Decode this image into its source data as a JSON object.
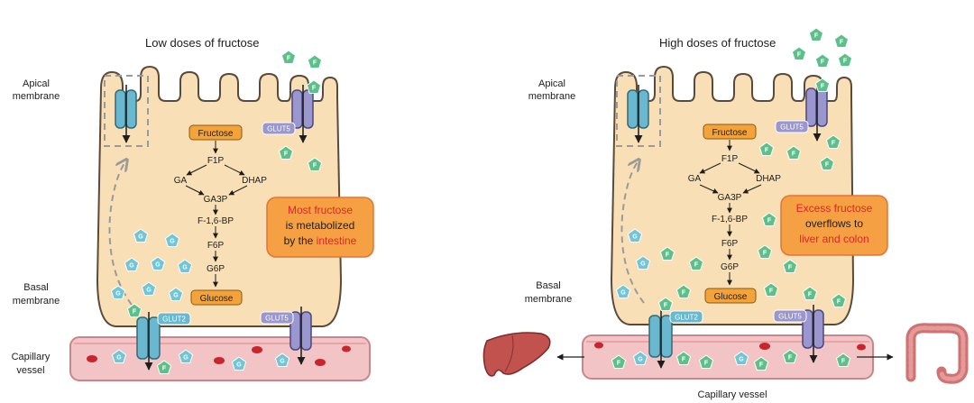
{
  "colors": {
    "cell_fill": "#f9dfb6",
    "cell_stroke": "#5a4a3a",
    "vessel_fill": "#f2c4c5",
    "vessel_stroke": "#c9868a",
    "fructose_mol": "#5cc08a",
    "glucose_mol": "#6fc6d8",
    "glut2": "#6ab8cf",
    "glut5": "#9a97cf",
    "label_box": "#f3a33a",
    "callout_fill": "#f4a043",
    "callout_stroke": "#e3733b",
    "highlight_red": "#e3242b",
    "rbc": "#c8252c"
  },
  "icons": {
    "fructose_molecule": "pentagon-F",
    "glucose_molecule": "pentagon-G",
    "liver": "liver-organ-icon",
    "colon": "colon-organ-icon",
    "red_blood_cell": "rbc-icon"
  },
  "left_panel": {
    "title": "Low doses of fructose",
    "apical_label": [
      "Apical",
      "membrane"
    ],
    "basal_label": [
      "Basal",
      "membrane"
    ],
    "capillary_label": [
      "Capillary",
      "vessel"
    ],
    "glut5_apical": "GLUT5",
    "glut2_basal": "GLUT2",
    "glut5_basal": "GLUT5",
    "fructose_box": "Fructose",
    "glucose_box": "Glucose",
    "pathway": {
      "f1p": "F1P",
      "ga": "GA",
      "dhap": "DHAP",
      "ga3p": "GA3P",
      "f16bp": "F-1,6-BP",
      "f6p": "F6P",
      "g6p": "G6P"
    },
    "callout": {
      "line1": "Most fructose",
      "line2": "is metabolized",
      "line3_pre": "by the ",
      "line3_hl": "intestine"
    },
    "mol_f": "F",
    "mol_g": "G"
  },
  "right_panel": {
    "title": "High doses of fructose",
    "apical_label": [
      "Apical",
      "membrane"
    ],
    "basal_label": [
      "Basal",
      "membrane"
    ],
    "capillary_label": "Capillary   vessel",
    "glut5_apical": "GLUT5",
    "glut2_basal": "GLUT2",
    "glut5_basal": "GLUT5",
    "fructose_box": "Fructose",
    "glucose_box": "Glucose",
    "pathway": {
      "f1p": "F1P",
      "ga": "GA",
      "dhap": "DHAP",
      "ga3p": "GA3P",
      "f16bp": "F-1,6-BP",
      "f6p": "F6P",
      "g6p": "G6P"
    },
    "callout": {
      "line1": "Excess fructose",
      "line2": "overflows to",
      "line3": "liver and colon"
    },
    "mol_f": "F",
    "mol_g": "G"
  }
}
